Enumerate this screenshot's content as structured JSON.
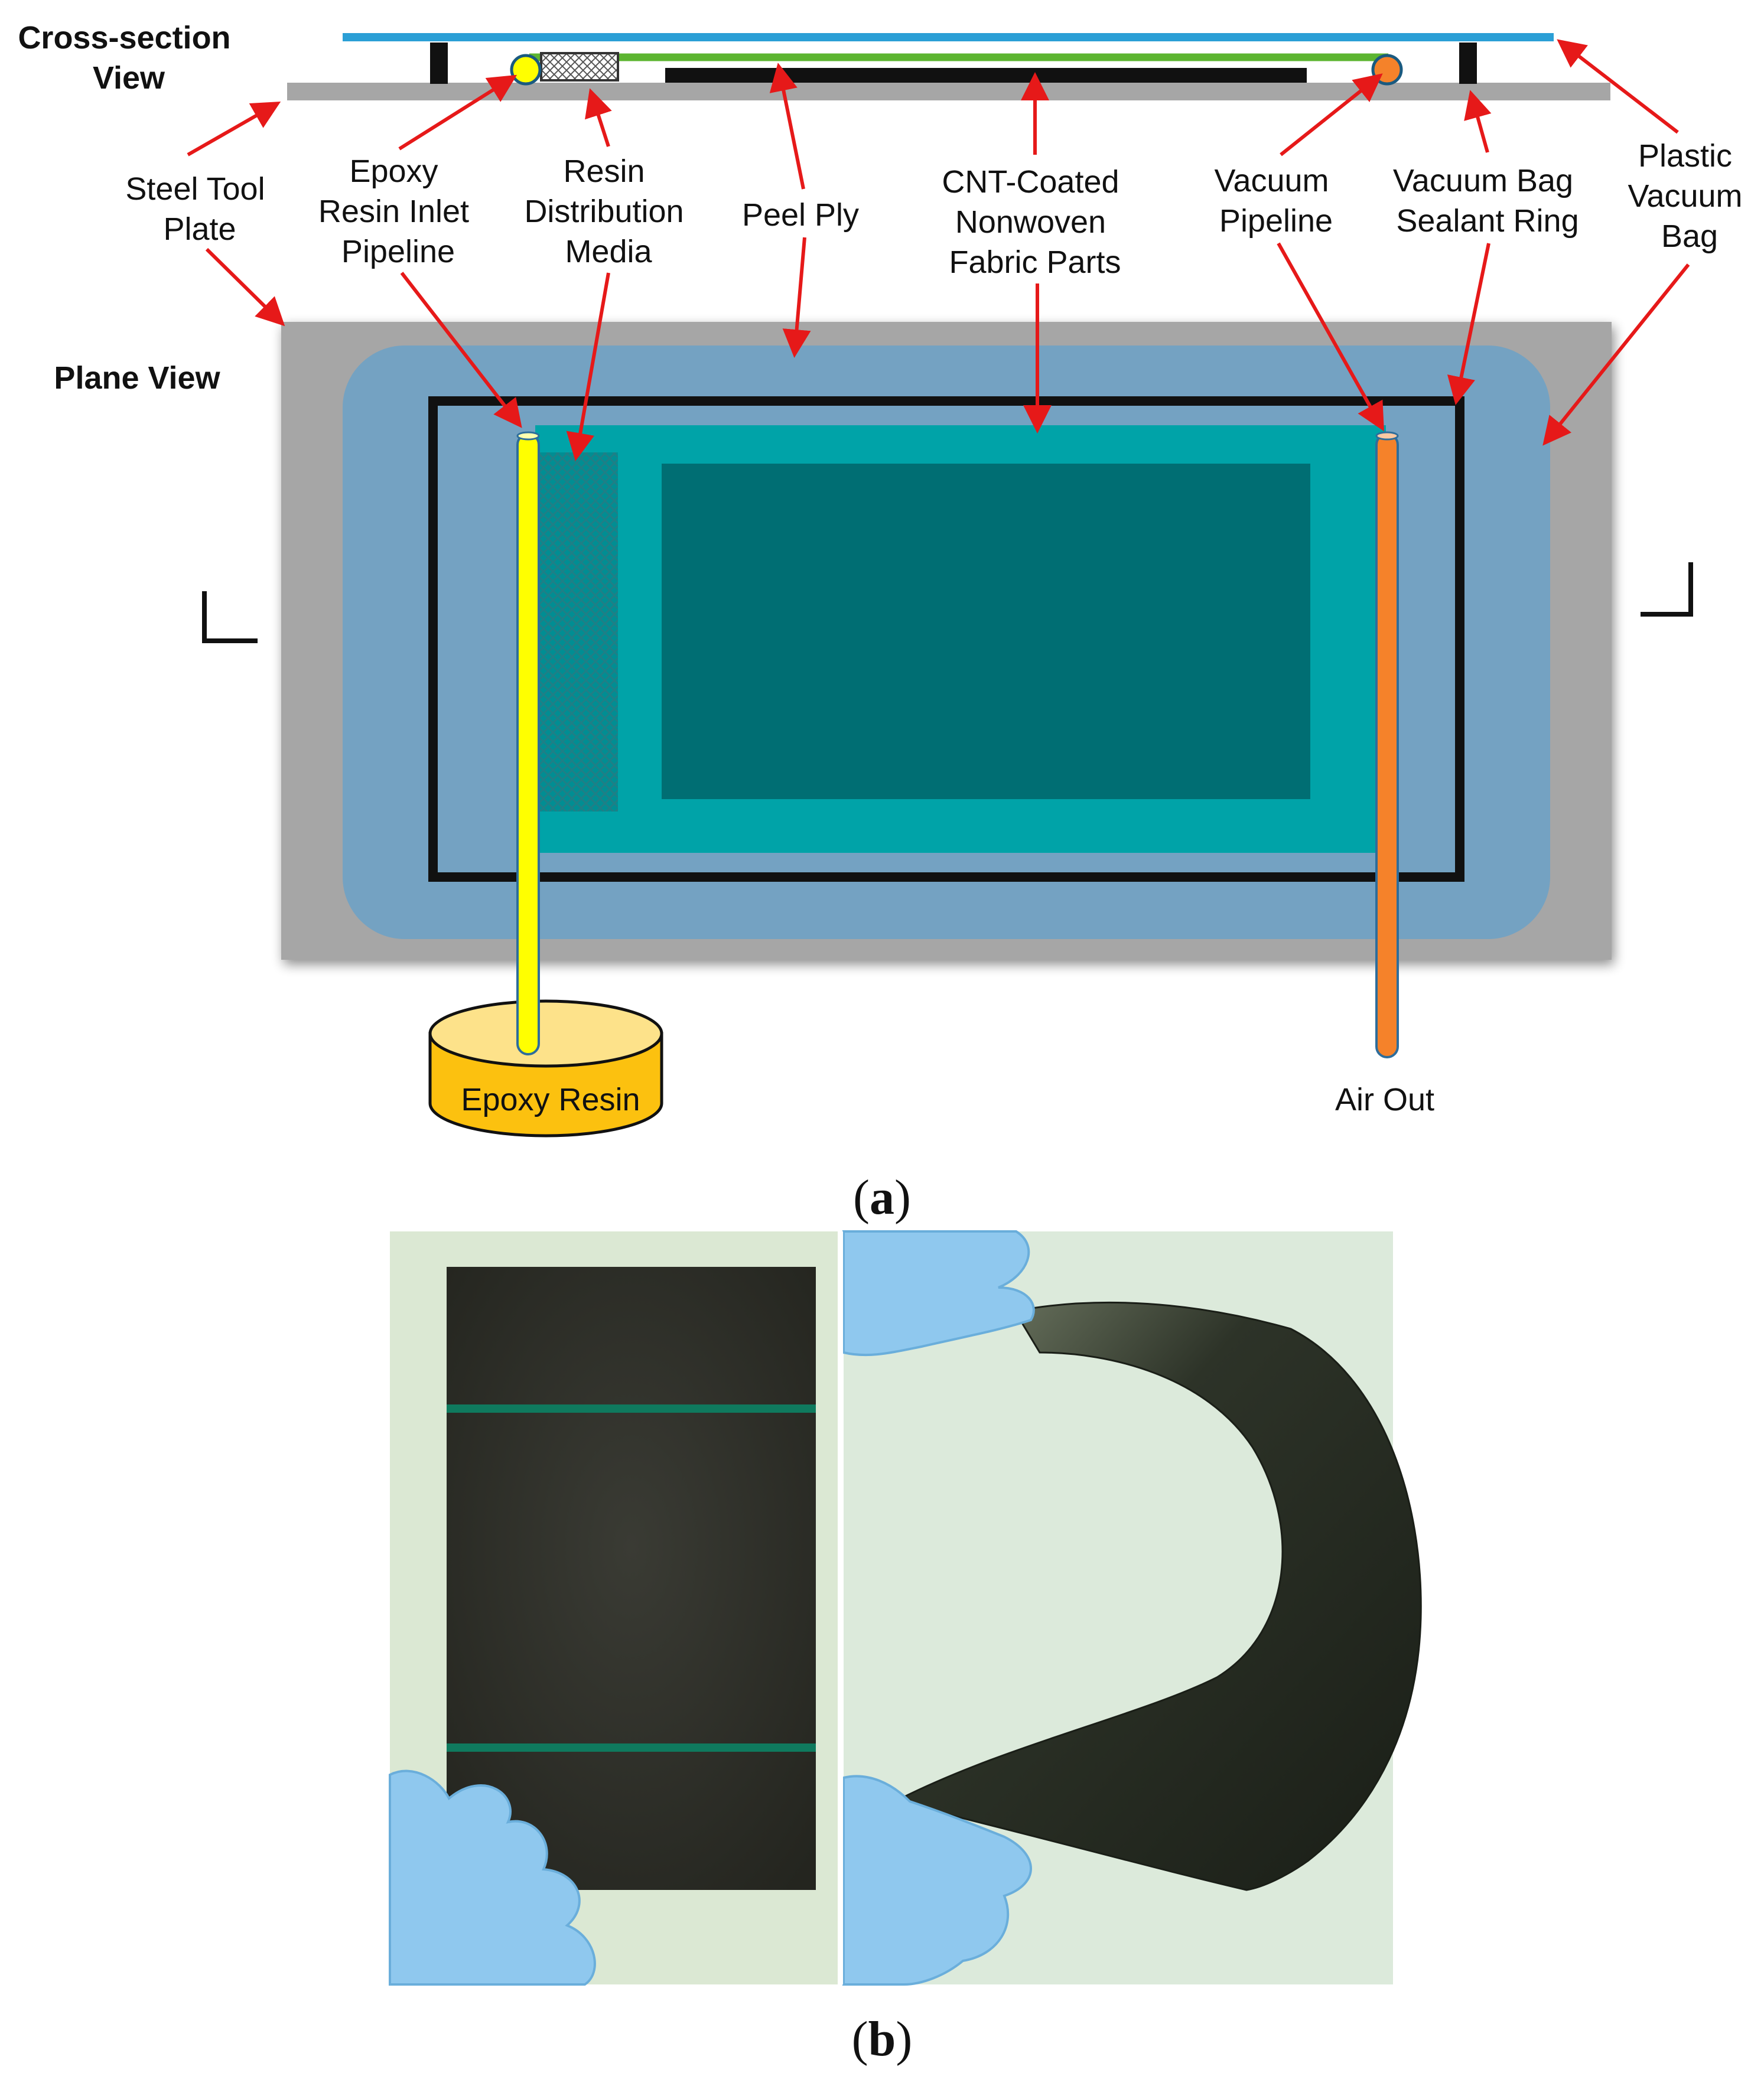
{
  "views": {
    "cross_section": [
      "Cross-section",
      "View"
    ],
    "plane": "Plane View"
  },
  "labels": {
    "steel_tool_plate": [
      "Steel Tool",
      "Plate"
    ],
    "epoxy_inlet": [
      "Epoxy",
      "Resin Inlet",
      "Pipeline"
    ],
    "resin_media": [
      "Resin",
      "Distribution",
      "Media"
    ],
    "peel_ply": "Peel Ply",
    "cnt_fabric": [
      "CNT-Coated",
      "Nonwoven",
      "Fabric Parts"
    ],
    "vacuum_pipeline": [
      "Vacuum",
      "Pipeline"
    ],
    "sealant_ring": [
      "Vacuum Bag",
      "Sealant Ring"
    ],
    "plastic_bag": [
      "Plastic",
      "Vacuum",
      "Bag"
    ],
    "epoxy_resin": "Epoxy Resin",
    "air_out": "Air Out"
  },
  "captions": {
    "a_open": "(",
    "a_letter": "a",
    "a_close": ")",
    "b_open": "(",
    "b_letter": "b",
    "b_close": ")"
  },
  "colors": {
    "arrow": "#e61919",
    "steel": "#a6a6a6",
    "bag": "#74a2c2",
    "peel_ply_line": "#5cb531",
    "bag_line": "#2b9fd6",
    "fabric_light": "#00a3a8",
    "fabric_dark": "#006e73",
    "inlet_pipe": "#ffff00",
    "vacuum_pipe": "#f5822a",
    "resin_pot": "#fccb1e",
    "photo_bg": "#d8e8cf",
    "glove": "#8fc8ee",
    "sample": "#2a2b25"
  }
}
